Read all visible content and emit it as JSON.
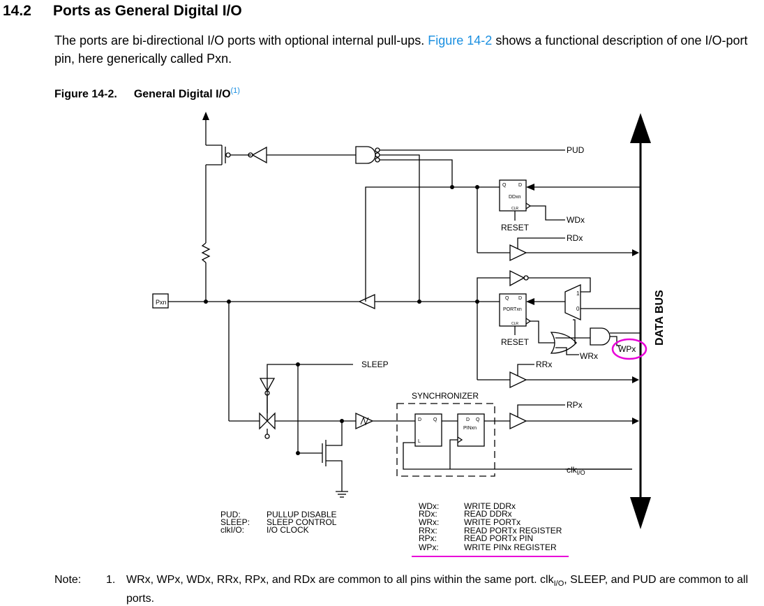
{
  "section": {
    "number": "14.2",
    "title": "Ports as General Digital I/O"
  },
  "intro": {
    "text_before": "The ports are bi-directional I/O ports with optional internal pull-ups. ",
    "link": "Figure 14-2",
    "text_after": " shows a functional description of one I/O-port pin, here generically called Pxn."
  },
  "figure": {
    "label": "Figure 14-2.",
    "title": "General Digital I/O",
    "footnote_ref": "(1)"
  },
  "diagram": {
    "pin": "Pxn",
    "data_bus": "DATA BUS",
    "pud": "PUD",
    "wdx": "WDx",
    "rdx": "RDx",
    "wrx": "WRx",
    "wpx": "WPx",
    "rrx": "RRx",
    "rpx": "RPx",
    "sleep": "SLEEP",
    "clkio_base": "clk",
    "clkio_sub": "I/O",
    "synchronizer": "SYNCHRONIZER",
    "ddxn": "DDxn",
    "portxn": "PORTxn",
    "pinxn": "PINxn",
    "reset_1": "RESET",
    "reset_2": "RESET",
    "pin_q": "Q",
    "pin_d": "D",
    "pin_clr": "CLR",
    "pin_l": "L",
    "mux_1": "1",
    "mux_0": "0",
    "highlight_color": "#e800d8",
    "legend_left": [
      {
        "key": "PUD:",
        "value": "PULLUP DISABLE"
      },
      {
        "key": "SLEEP:",
        "value": "SLEEP CONTROL"
      },
      {
        "key": "clkI/O:",
        "value": "I/O CLOCK"
      }
    ],
    "legend_right": [
      {
        "key": "WDx:",
        "value": "WRITE DDRx"
      },
      {
        "key": "RDx:",
        "value": "READ DDRx"
      },
      {
        "key": "WRx:",
        "value": "WRITE PORTx"
      },
      {
        "key": "RRx:",
        "value": "READ PORTx REGISTER"
      },
      {
        "key": "RPx:",
        "value": "READ PORTx PIN"
      },
      {
        "key": "WPx:",
        "value": "WRITE PINx REGISTER"
      }
    ]
  },
  "note": {
    "label": "Note:",
    "number": "1.",
    "text_before": "WRx, WPx, WDx, RRx, RPx, and RDx are common to all pins within the same port. clk",
    "sub": "I/O",
    "text_after": ", SLEEP, and PUD are common to all ports."
  }
}
